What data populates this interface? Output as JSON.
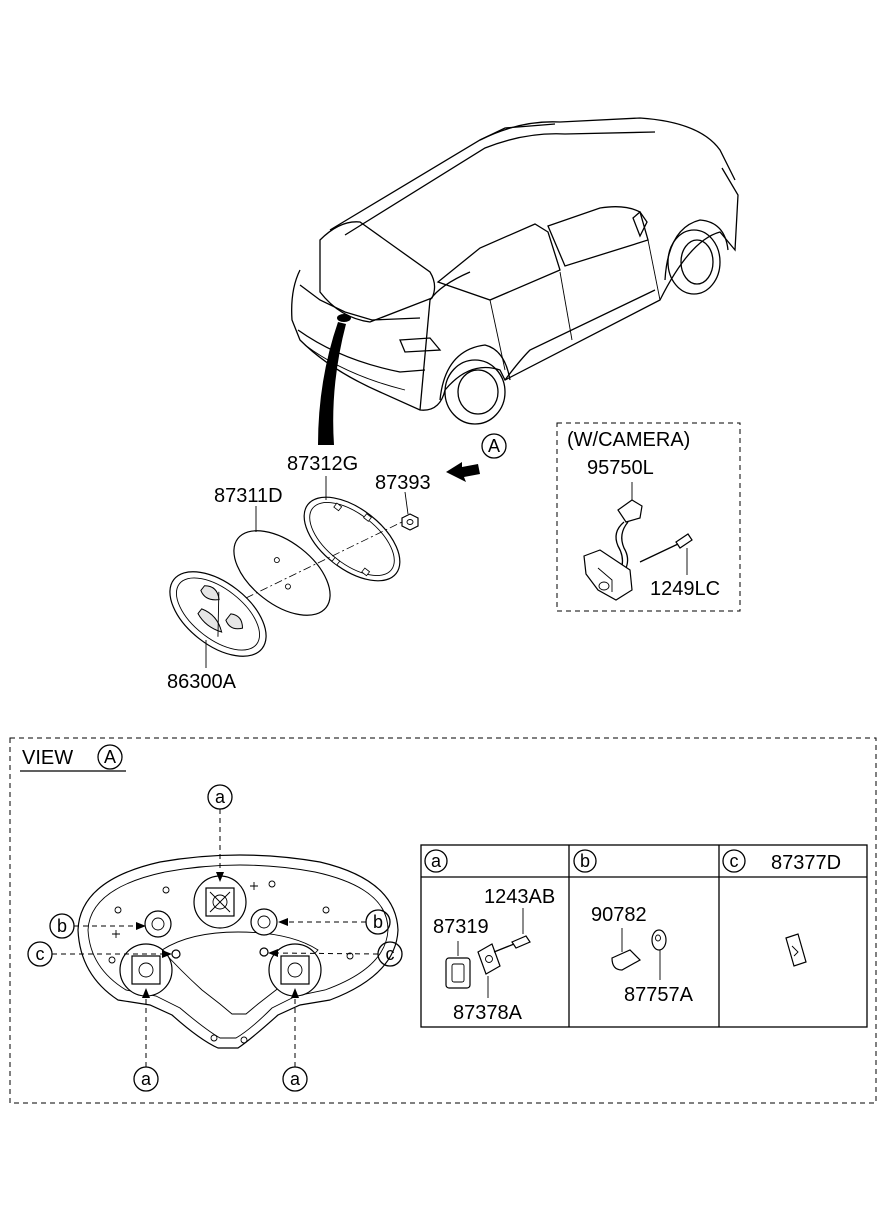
{
  "parts": {
    "p87312G": "87312G",
    "p87311D": "87311D",
    "p87393": "87393",
    "p86300A": "86300A",
    "camera_note": "(W/CAMERA)",
    "p95750L": "95750L",
    "p1249LC": "1249LC"
  },
  "view": {
    "title": "VIEW",
    "ref": "A"
  },
  "callouts": {
    "a": "a",
    "b": "b",
    "c": "c",
    "arrow_ref": "A"
  },
  "table": {
    "col_a_letter": "a",
    "col_b_letter": "b",
    "col_c_letter": "c",
    "col_c_part": "87377D",
    "a_parts": [
      "1243AB",
      "87319",
      "87378A"
    ],
    "b_parts": [
      "90782",
      "87757A"
    ]
  }
}
